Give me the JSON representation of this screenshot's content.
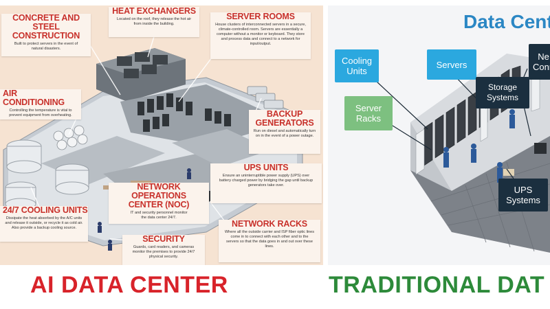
{
  "left_panel": {
    "callouts": [
      {
        "id": "concrete",
        "title": "CONCRETE AND\nSTEEL CONSTRUCTION",
        "desc": "Built to protect servers in the event of natural disasters."
      },
      {
        "id": "heat",
        "title": "HEAT EXCHANGERS",
        "desc": "Located on the roof, they release the hot air from inside the building."
      },
      {
        "id": "server_rooms",
        "title": "SERVER ROOMS",
        "desc": "House clusters of interconnected servers in a secure, climate-controlled room. Servers are essentially a computer without a monitor or keyboard. They store and process data and connect to a network for input/output."
      },
      {
        "id": "air",
        "title": "AIR CONDITIONING",
        "desc": "Controlling the temperature is vital to prevent equipment from overheating."
      },
      {
        "id": "backup",
        "title": "BACKUP\nGENERATORS",
        "desc": "Run on diesel and automatically turn on in the event of a power outage."
      },
      {
        "id": "ups",
        "title": "UPS UNITS",
        "desc": "Ensure an uninterruptible power supply (UPS) over battery charged power by bridging the gap until backup generators take over."
      },
      {
        "id": "noc",
        "title": "NETWORK OPERATIONS\nCENTER (NOC)",
        "desc": "IT and security personnel monitor the data center 24/7."
      },
      {
        "id": "cooling247",
        "title": "24/7 COOLING UNITS",
        "desc": "Dissipate the heat absorbed by the A/C units and release it outside, or recycle it as cold air. Also provide a backup cooling source."
      },
      {
        "id": "network_racks",
        "title": "NETWORK RACKS",
        "desc": "Where all the outside carrier and ISP fiber optic lines come in to connect with each other and to the servers so that the data goes in and out over these lines."
      },
      {
        "id": "security",
        "title": "SECURITY",
        "desc": "Guards, card readers, and cameras monitor the premises to provide 24/7 physical security."
      }
    ]
  },
  "right_panel": {
    "title": "Data Cente",
    "labels": {
      "cooling_units": "Cooling\nUnits",
      "servers": "Servers",
      "network": "Ne\nConn",
      "server_racks": "Server\nRacks",
      "storage": "Storage\nSystems",
      "ups": "UPS\nSystems"
    }
  },
  "bottom": {
    "left_title": "AI DATA CENTER",
    "right_title": "TRADITIONAL DAT"
  },
  "colors": {
    "left_title": "#d8232a",
    "right_title": "#2d8a3a",
    "callout_title": "#c8312b",
    "label_blue": "#2ba8df",
    "label_green": "#7dc080",
    "label_dark": "#1b2f3f"
  }
}
